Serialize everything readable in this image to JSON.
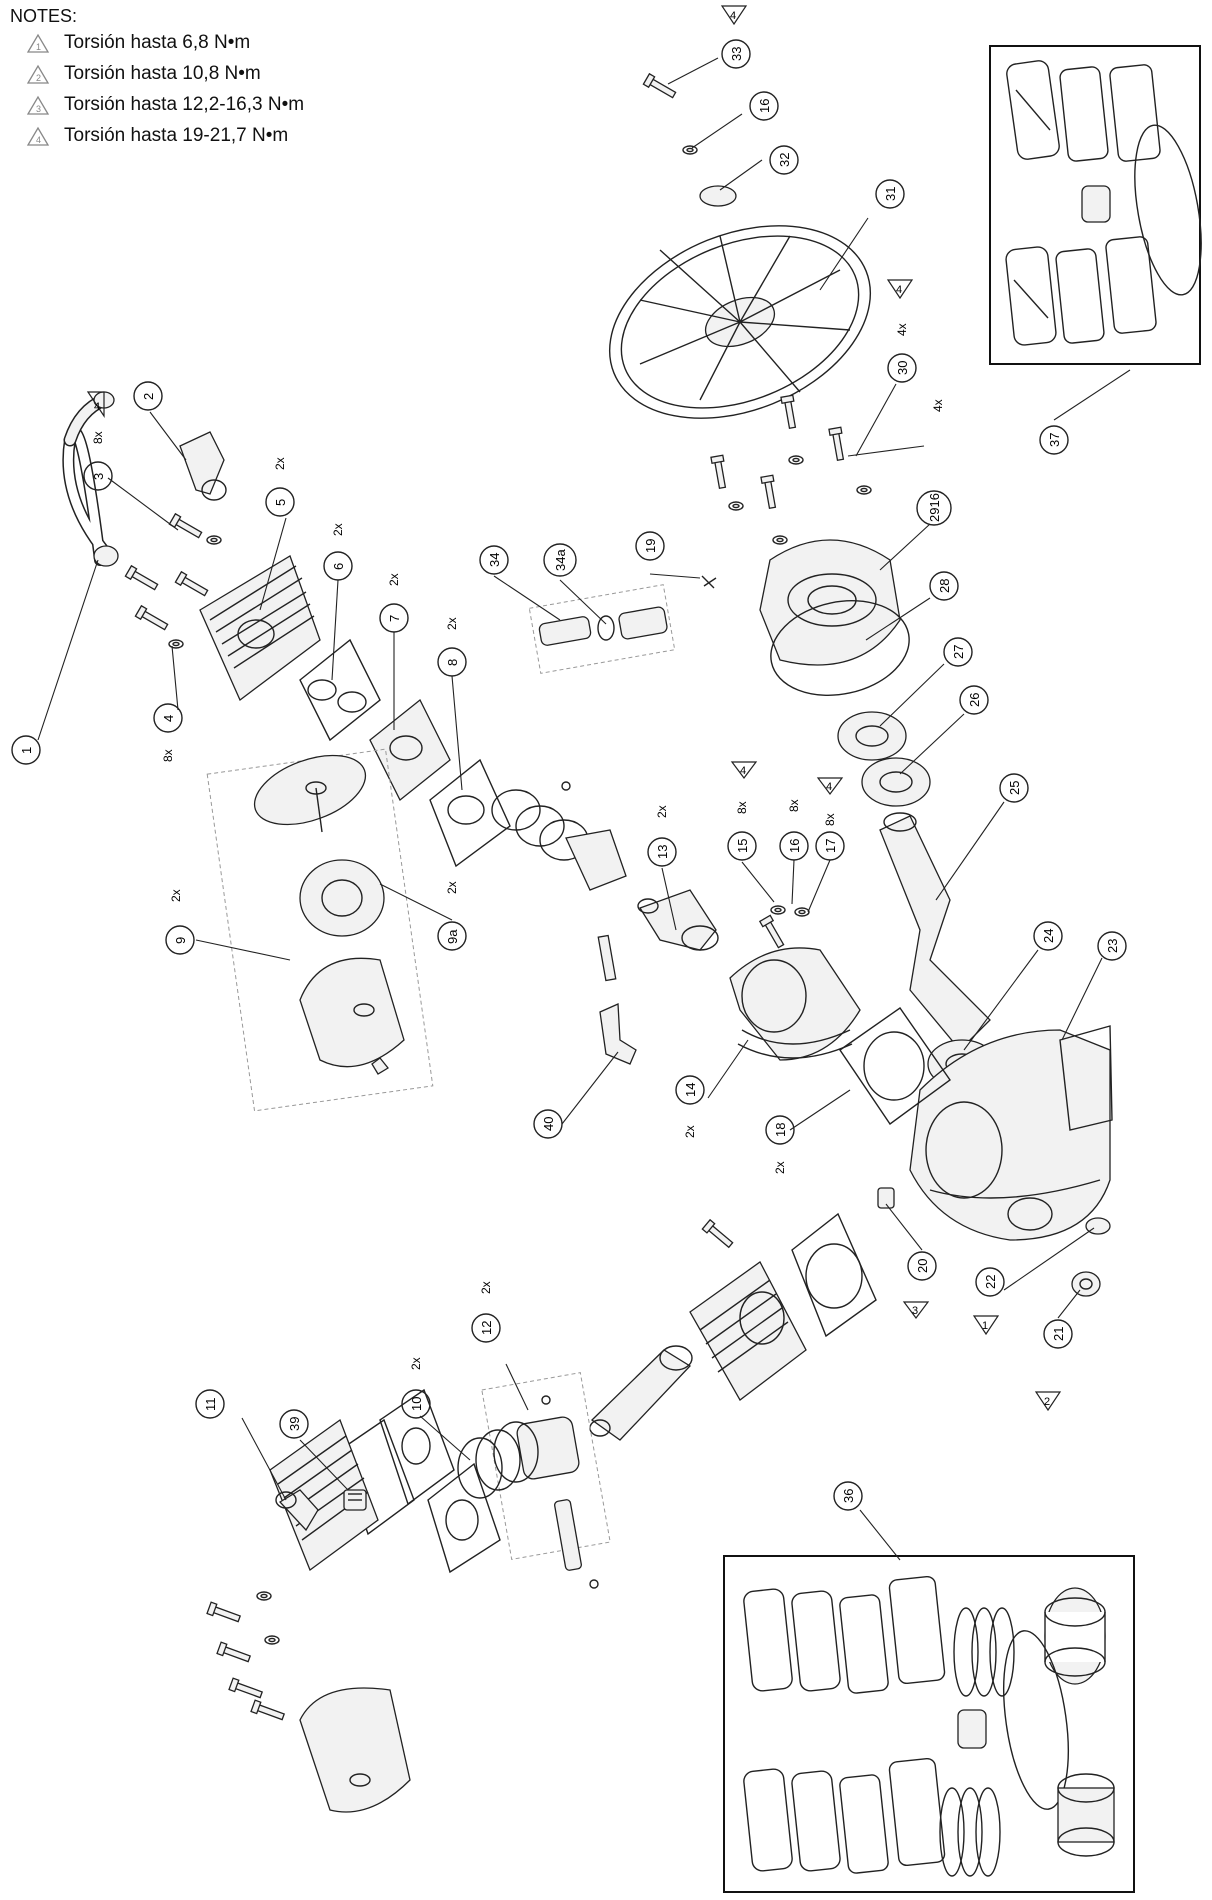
{
  "notes": {
    "title": "NOTES:",
    "items": [
      {
        "symbol": "1",
        "text": "Torsión hasta 6,8 N•m"
      },
      {
        "symbol": "2",
        "text": "Torsión hasta 10,8 N•m"
      },
      {
        "symbol": "3",
        "text": "Torsión hasta 12,2-16,3 N•m"
      },
      {
        "symbol": "4",
        "text": "Torsión hasta 19-21,7 N•m"
      }
    ]
  },
  "callouts": {
    "c1": "1",
    "c2": "2",
    "c3": "3",
    "c4": "4",
    "c5": "5",
    "c6": "6",
    "c7": "7",
    "c8": "8",
    "c9": "9",
    "c9a": "9a",
    "c10": "10",
    "c11": "11",
    "c12": "12",
    "c13": "13",
    "c14": "14",
    "c15": "15",
    "c16a": "16",
    "c16b": "16",
    "c17": "17",
    "c18": "18",
    "c19": "19",
    "c20": "20",
    "c21": "21",
    "c22": "22",
    "c23": "23",
    "c24": "24",
    "c25": "25",
    "c26": "26",
    "c27": "27",
    "c28": "28",
    "c2916": "2916",
    "c30": "30",
    "c31": "31",
    "c32": "32",
    "c33": "33",
    "c34": "34",
    "c34a": "34a",
    "c36": "36",
    "c37": "37",
    "c39": "39",
    "c40": "40"
  },
  "quantities": {
    "q3": "8x",
    "q4": "8x",
    "q5": "2x",
    "q6": "2x",
    "q7": "2x",
    "q8": "2x",
    "q9": "2x",
    "q9a": "2x",
    "q10": "2x",
    "q12": "2x",
    "q13": "2x",
    "q14": "2x",
    "q15": "8x",
    "q16": "8x",
    "q17": "8x",
    "q18": "2x",
    "q30": "4x",
    "q31": "4x"
  },
  "torque_flags": {
    "t2": "4",
    "t15": "4",
    "t17": "4",
    "t20": "3",
    "t21": "2",
    "t22": "1",
    "t30": "4",
    "t33": "4"
  }
}
